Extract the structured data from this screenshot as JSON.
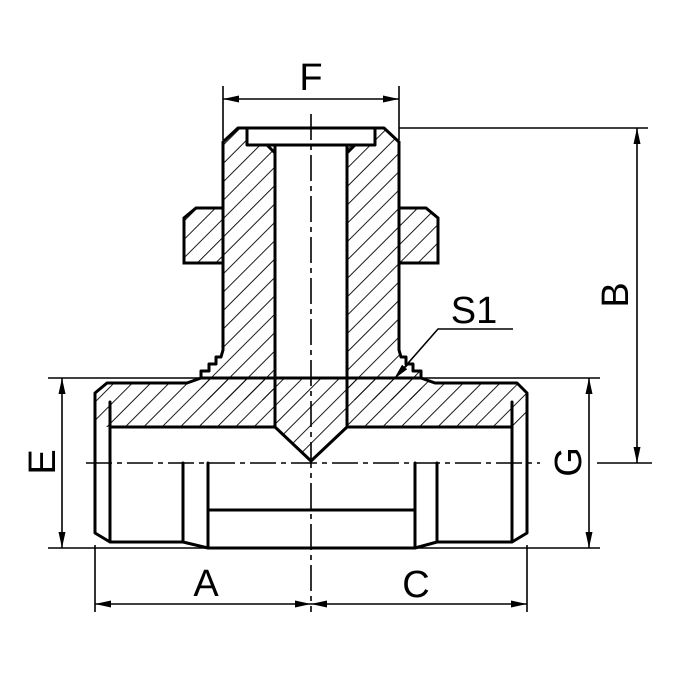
{
  "drawing": {
    "type": "technical-section-drawing",
    "subject": "branch tee fitting cross-section",
    "labels": {
      "branch_width": "F",
      "branch_height": "B",
      "left_port": "E",
      "right_port": "G",
      "left_length": "A",
      "right_length": "C",
      "hex_size": "S1"
    },
    "colors": {
      "line": "#000000",
      "background": "#ffffff"
    }
  }
}
